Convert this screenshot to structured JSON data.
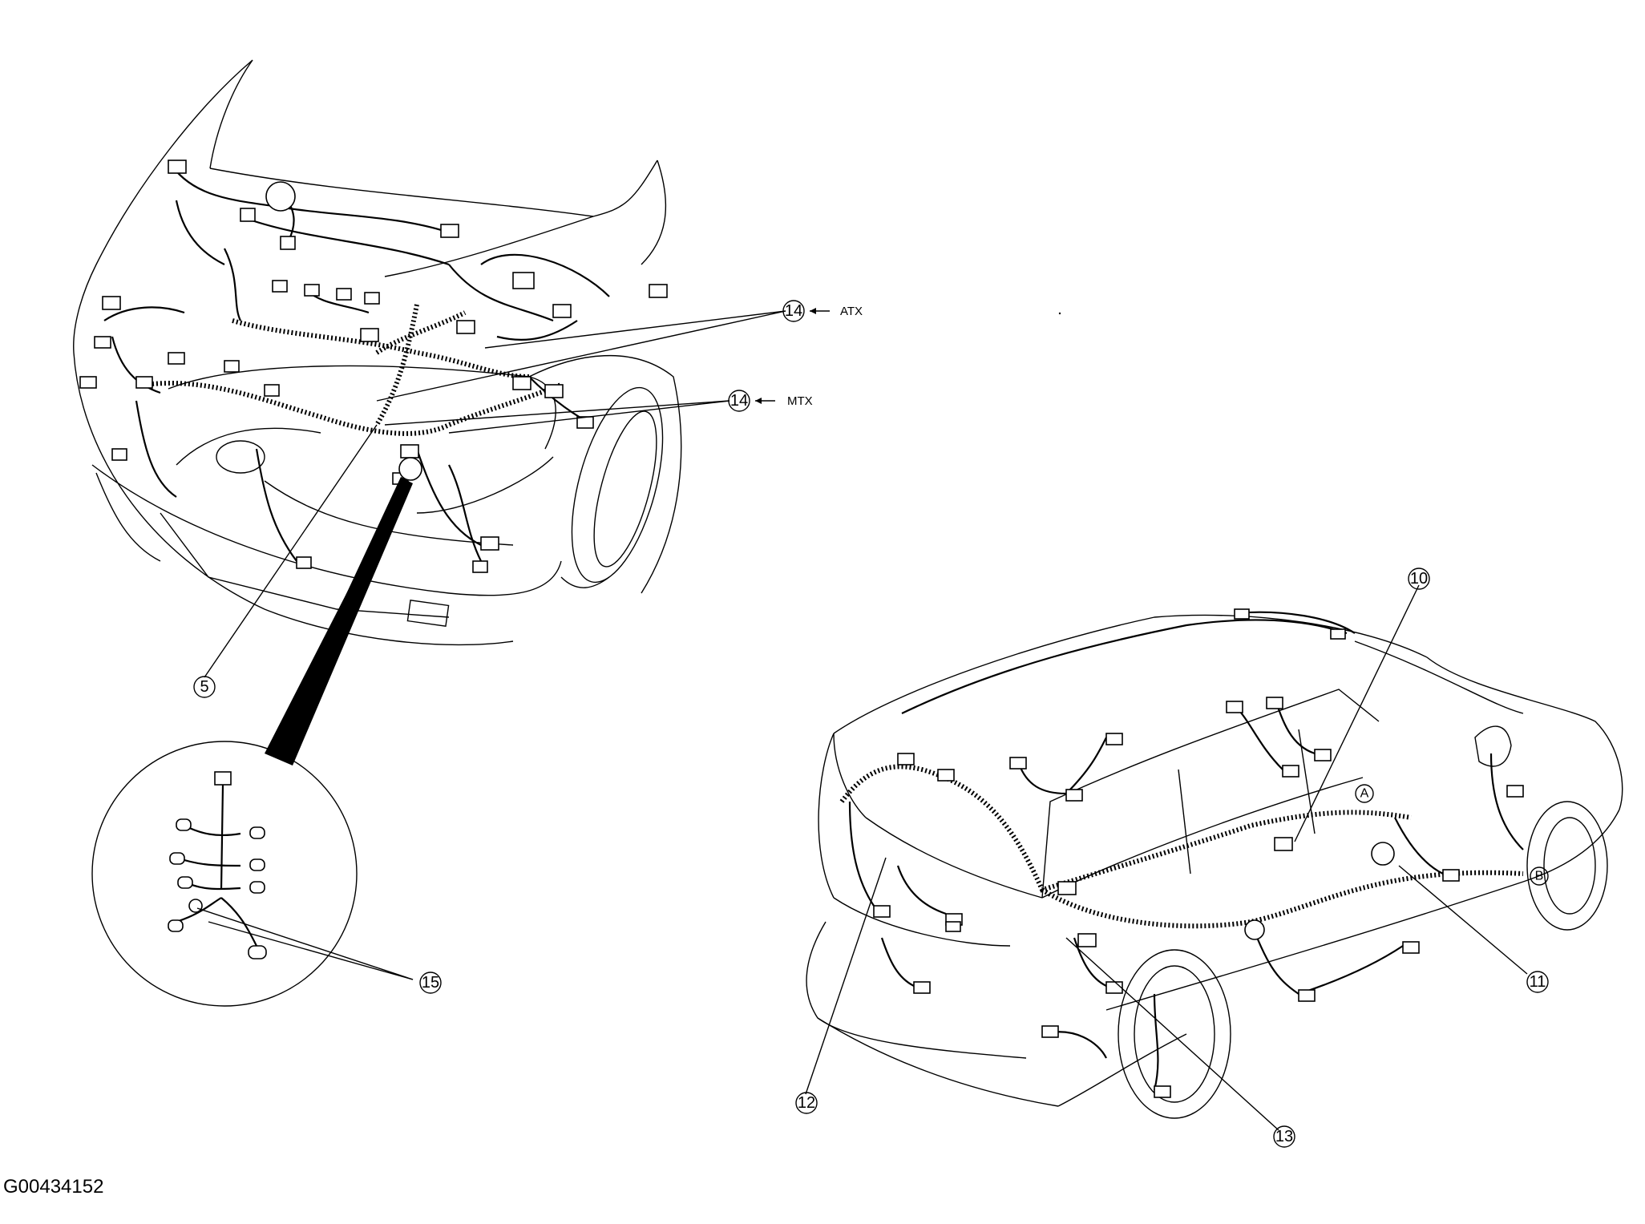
{
  "figure_id": "G00434152",
  "callouts": {
    "c14_atx": {
      "number": "14",
      "tag": "ATX"
    },
    "c14_mtx": {
      "number": "14",
      "tag": "MTX"
    },
    "c5": {
      "number": "5"
    },
    "c15": {
      "number": "15"
    },
    "c10": {
      "number": "10"
    },
    "c11": {
      "number": "11"
    },
    "c12": {
      "number": "12"
    },
    "c13": {
      "number": "13"
    }
  },
  "markers": {
    "a": "A",
    "b": "B"
  }
}
